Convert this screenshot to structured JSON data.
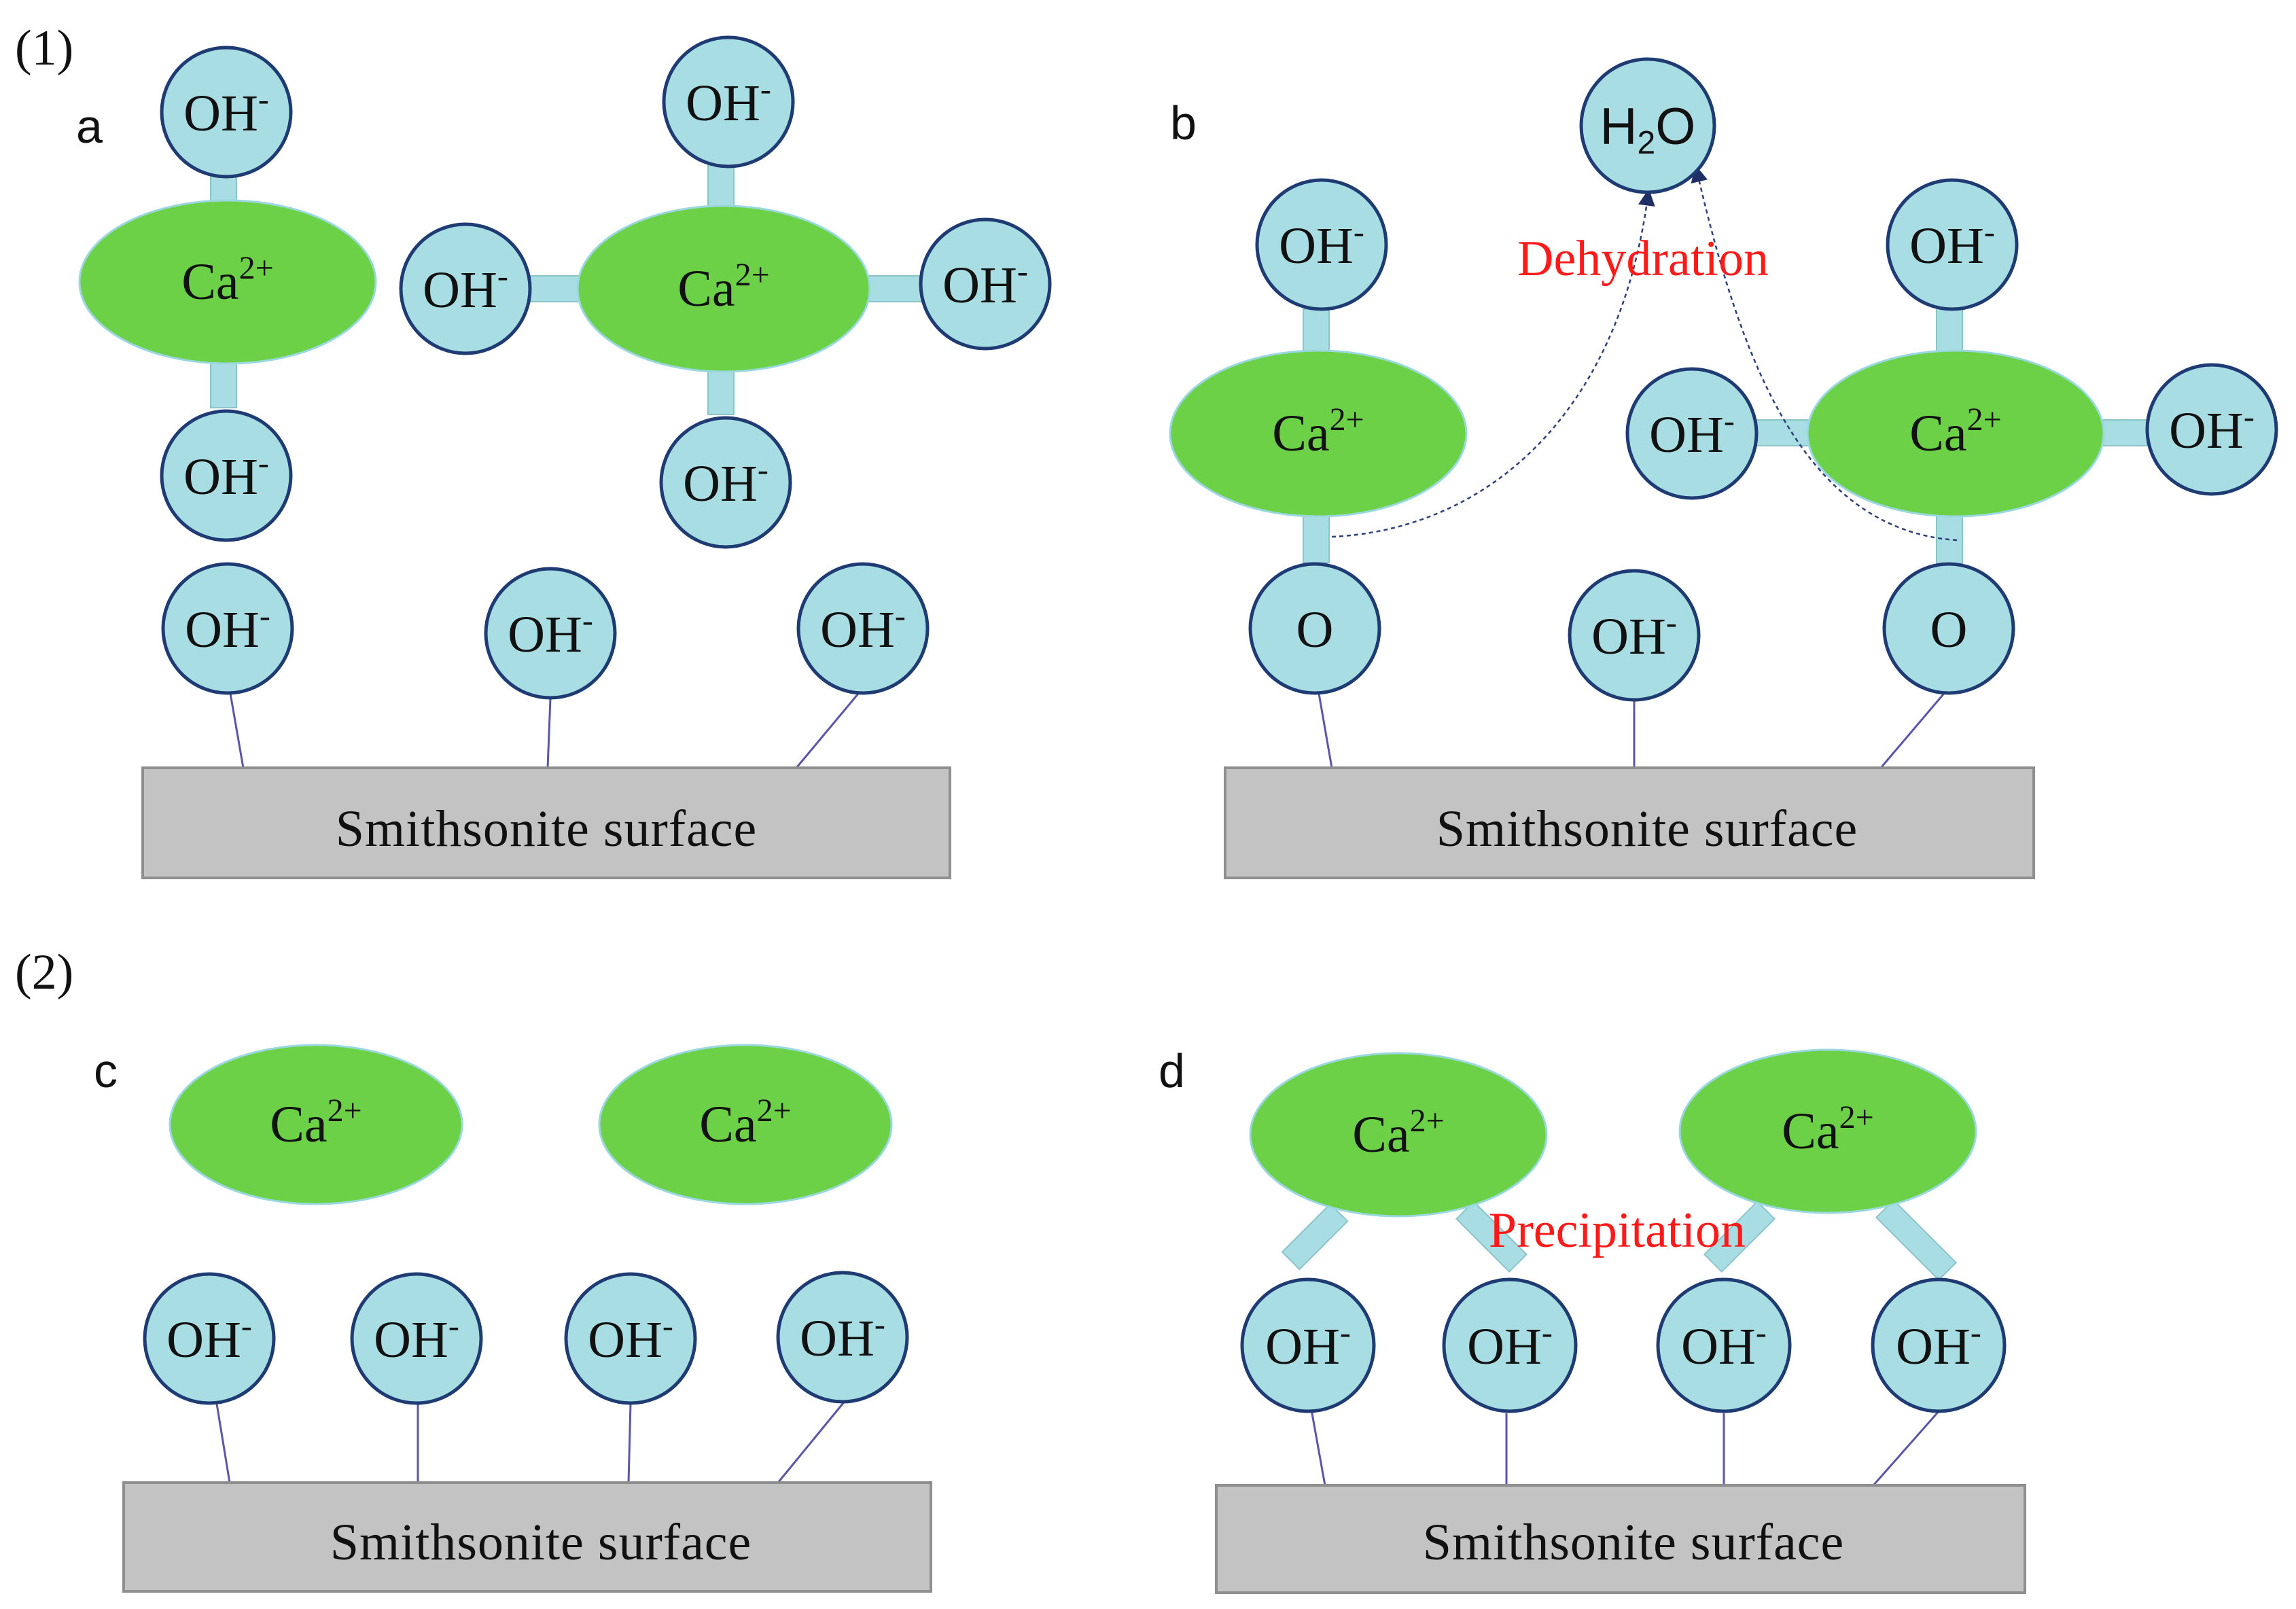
{
  "part_labels": {
    "part1": "(1)",
    "part2": "(2)"
  },
  "panel_letters": {
    "a": "a",
    "b": "b",
    "c": "c",
    "d": "d"
  },
  "surface_label": "Smithsonite  surface",
  "ion_oh": {
    "base": "OH",
    "charge": "-"
  },
  "ion_ca": {
    "base": "Ca",
    "charge": "2+"
  },
  "ion_o": "O",
  "water": {
    "h": "H",
    "sub": "2",
    "o": "O"
  },
  "annotations": {
    "dehydration": "Dehydration",
    "precipitation": "Precipitation"
  },
  "colors": {
    "calcium_fill": "#6cd146",
    "ion_fill": "#a8dde3",
    "ion_stroke": "#1f3b73",
    "surface_fill": "#c3c3c3",
    "annotation_red": "#ff1a1a",
    "arrow": "#2f3f7a"
  }
}
